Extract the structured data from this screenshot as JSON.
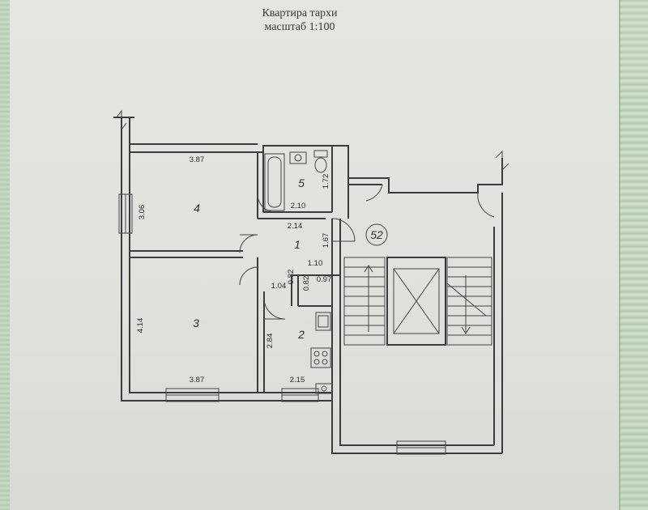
{
  "title": {
    "line1": "Квартира тархи",
    "line2": "масштаб 1:100"
  },
  "rooms": [
    {
      "number": "1"
    },
    {
      "number": "2"
    },
    {
      "number": "3"
    },
    {
      "number": "4"
    },
    {
      "number": "5"
    }
  ],
  "apartment_number": "52",
  "dimensions": {
    "room4_width": "3.87",
    "room4_height": "3.06",
    "room3_width": "3.87",
    "room3_height": "4.14",
    "room5_width": "2.10",
    "room5_height": "1.72",
    "hall_width": "2.14",
    "hall_height": "1.67",
    "hall_depth": "1.10",
    "corridor_width": "1.04",
    "corridor_a": "0.82",
    "corridor_b": "0.82",
    "corridor_c": "0.97",
    "kitchen_height": "2.84",
    "kitchen_width": "2.15"
  },
  "colors": {
    "paper": "#e1e3de",
    "line": "#3b3b3b",
    "border_green": "#a9c4a6"
  }
}
